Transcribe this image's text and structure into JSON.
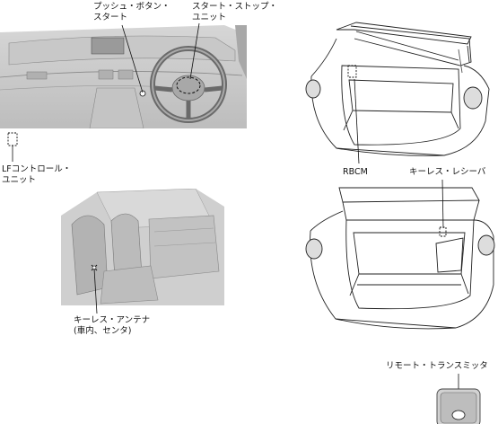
{
  "labels": {
    "push_button_line1": "プッシュ・ボタン・",
    "push_button_line2": "スタート",
    "start_stop_line1": "スタート・ストップ・",
    "start_stop_line2": "ユニット",
    "lf_unit_line1": "LFコントロール・",
    "lf_unit_line2": "ユニット",
    "keyless_antenna_line1": "キーレス・アンテナ",
    "keyless_antenna_line2": "(車内、センタ)",
    "rbcm": "RBCM",
    "keyless_receiver": "キーレス・レシーバ",
    "remote_transmitter": "リモート・トランスミッタ"
  }
}
